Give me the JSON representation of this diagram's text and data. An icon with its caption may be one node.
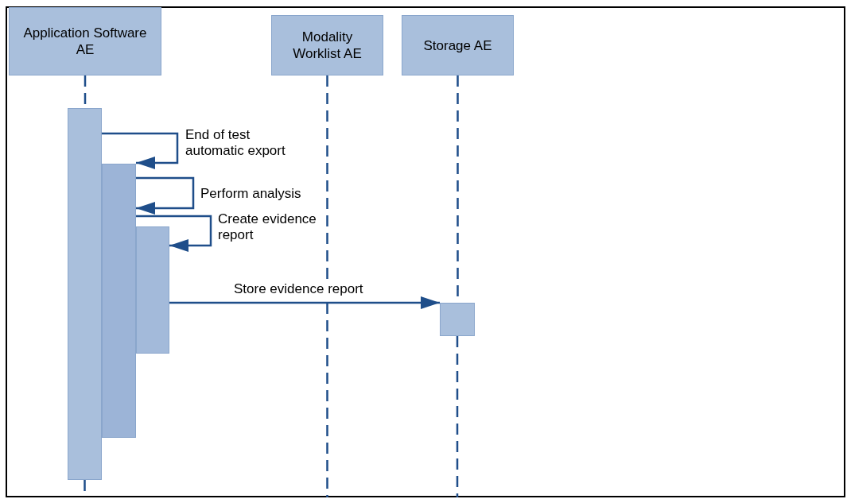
{
  "diagram": {
    "nodes": [
      {
        "text": [
          "Application Software AE"
        ]
      },
      {
        "text": [
          "Modality Worklist AE"
        ]
      },
      {
        "text": [
          "Storage AE"
        ]
      },
      {
        "text": [],
        "shape": "bar"
      },
      {
        "text": [],
        "shape": "bar"
      },
      {
        "text": [],
        "shape": "bar"
      },
      {
        "text": [],
        "shape": "bar"
      }
    ],
    "edges": [
      {
        "from": 3,
        "to": 4,
        "arrow": "to",
        "label": "End of test automatic export"
      },
      {
        "from": 4,
        "to": 4,
        "arrow": "to",
        "label": "Perform analysis"
      },
      {
        "from": 4,
        "to": 5,
        "arrow": "to",
        "label": "Create evidence report"
      },
      {
        "from": 5,
        "to": 6,
        "arrow": "to",
        "label": "Store evidence report"
      },
      {
        "from": 0,
        "to": 3,
        "arrow": "none",
        "style": "dashed"
      },
      {
        "from": 3,
        "to": null,
        "arrow": "none",
        "style": "dashed"
      },
      {
        "from": 1,
        "to": null,
        "arrow": "none",
        "style": "dashed"
      },
      {
        "from": 2,
        "to": 6,
        "arrow": "none",
        "style": "dashed"
      },
      {
        "from": 6,
        "to": null,
        "arrow": "none",
        "style": "dashed"
      }
    ]
  }
}
